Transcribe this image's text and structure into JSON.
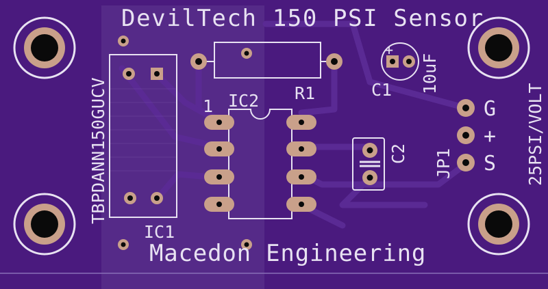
{
  "board": {
    "title": "DevilTech 150 PSI Sensor",
    "footer": "Macedon Engineering",
    "ic1_part_number": "TBPDANN150GUCV",
    "ic1_label": "IC1",
    "ic2_label": "IC2",
    "ic2_pin1_marker": "1",
    "r1_label": "R1",
    "c1_label": "C1",
    "c1_value": "10uF",
    "c1_polarity": "+",
    "c2_label": "C2",
    "jp1_label": "JP1",
    "jp1_pins": [
      "G",
      "+",
      "S"
    ],
    "output_scale": "25PSI/VOLT"
  },
  "colors": {
    "soldermask": "#4a1a7e",
    "copper_trace": "#56248e",
    "silkscreen": "#e8e2f2",
    "pad": "#c9a08a",
    "drill": "#0a0a0a"
  }
}
